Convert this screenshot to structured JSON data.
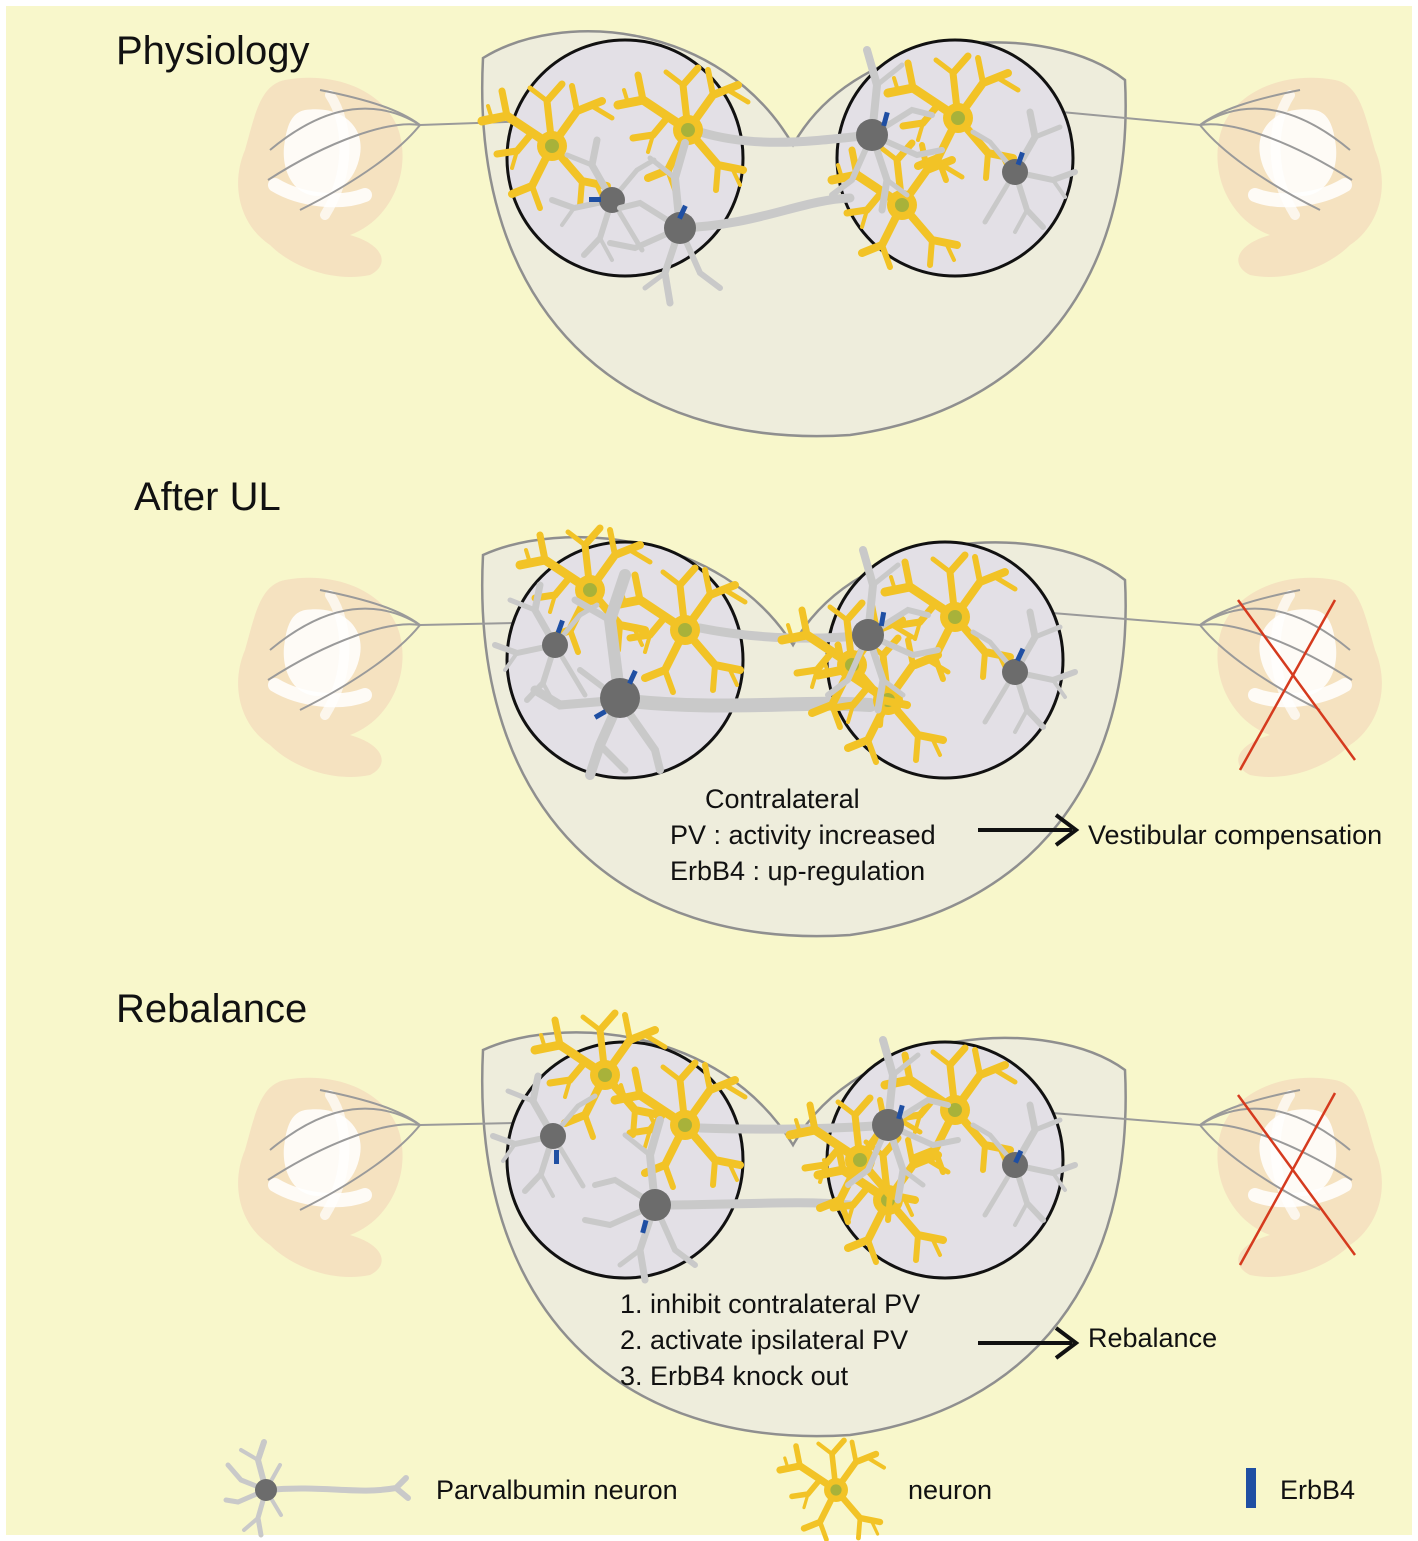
{
  "panels": [
    {
      "title": "Physiology",
      "annotation": null,
      "result": null
    },
    {
      "title": "After UL",
      "annotation": {
        "lines": [
          "Contralateral",
          "PV  : activity increased",
          "ErbB4  : up-regulation"
        ]
      },
      "result": "Vestibular compensation"
    },
    {
      "title": "Rebalance",
      "annotation": {
        "lines": [
          "1. inhibit contralateral PV",
          "2. activate ipsilateral PV",
          "3. ErbB4 knock out"
        ]
      },
      "result": "Rebalance"
    }
  ],
  "legend": {
    "pv_neuron": "Parvalbumin neuron",
    "neuron": "neuron",
    "erbb4": "ErbB4"
  },
  "colors": {
    "background": "#f8f7cb",
    "brainstem": "#eeeddc",
    "nucleus": "#e3e0e6",
    "pv_neuron": "#c9c9c9",
    "pv_soma": "#6c6c6c",
    "yellow_neuron": "#f2c326",
    "yellow_soma": "#a8b23a",
    "erbb4": "#1f4fa3",
    "lesion": "#d53a1e",
    "labyrinth": "#f4dfbf"
  }
}
